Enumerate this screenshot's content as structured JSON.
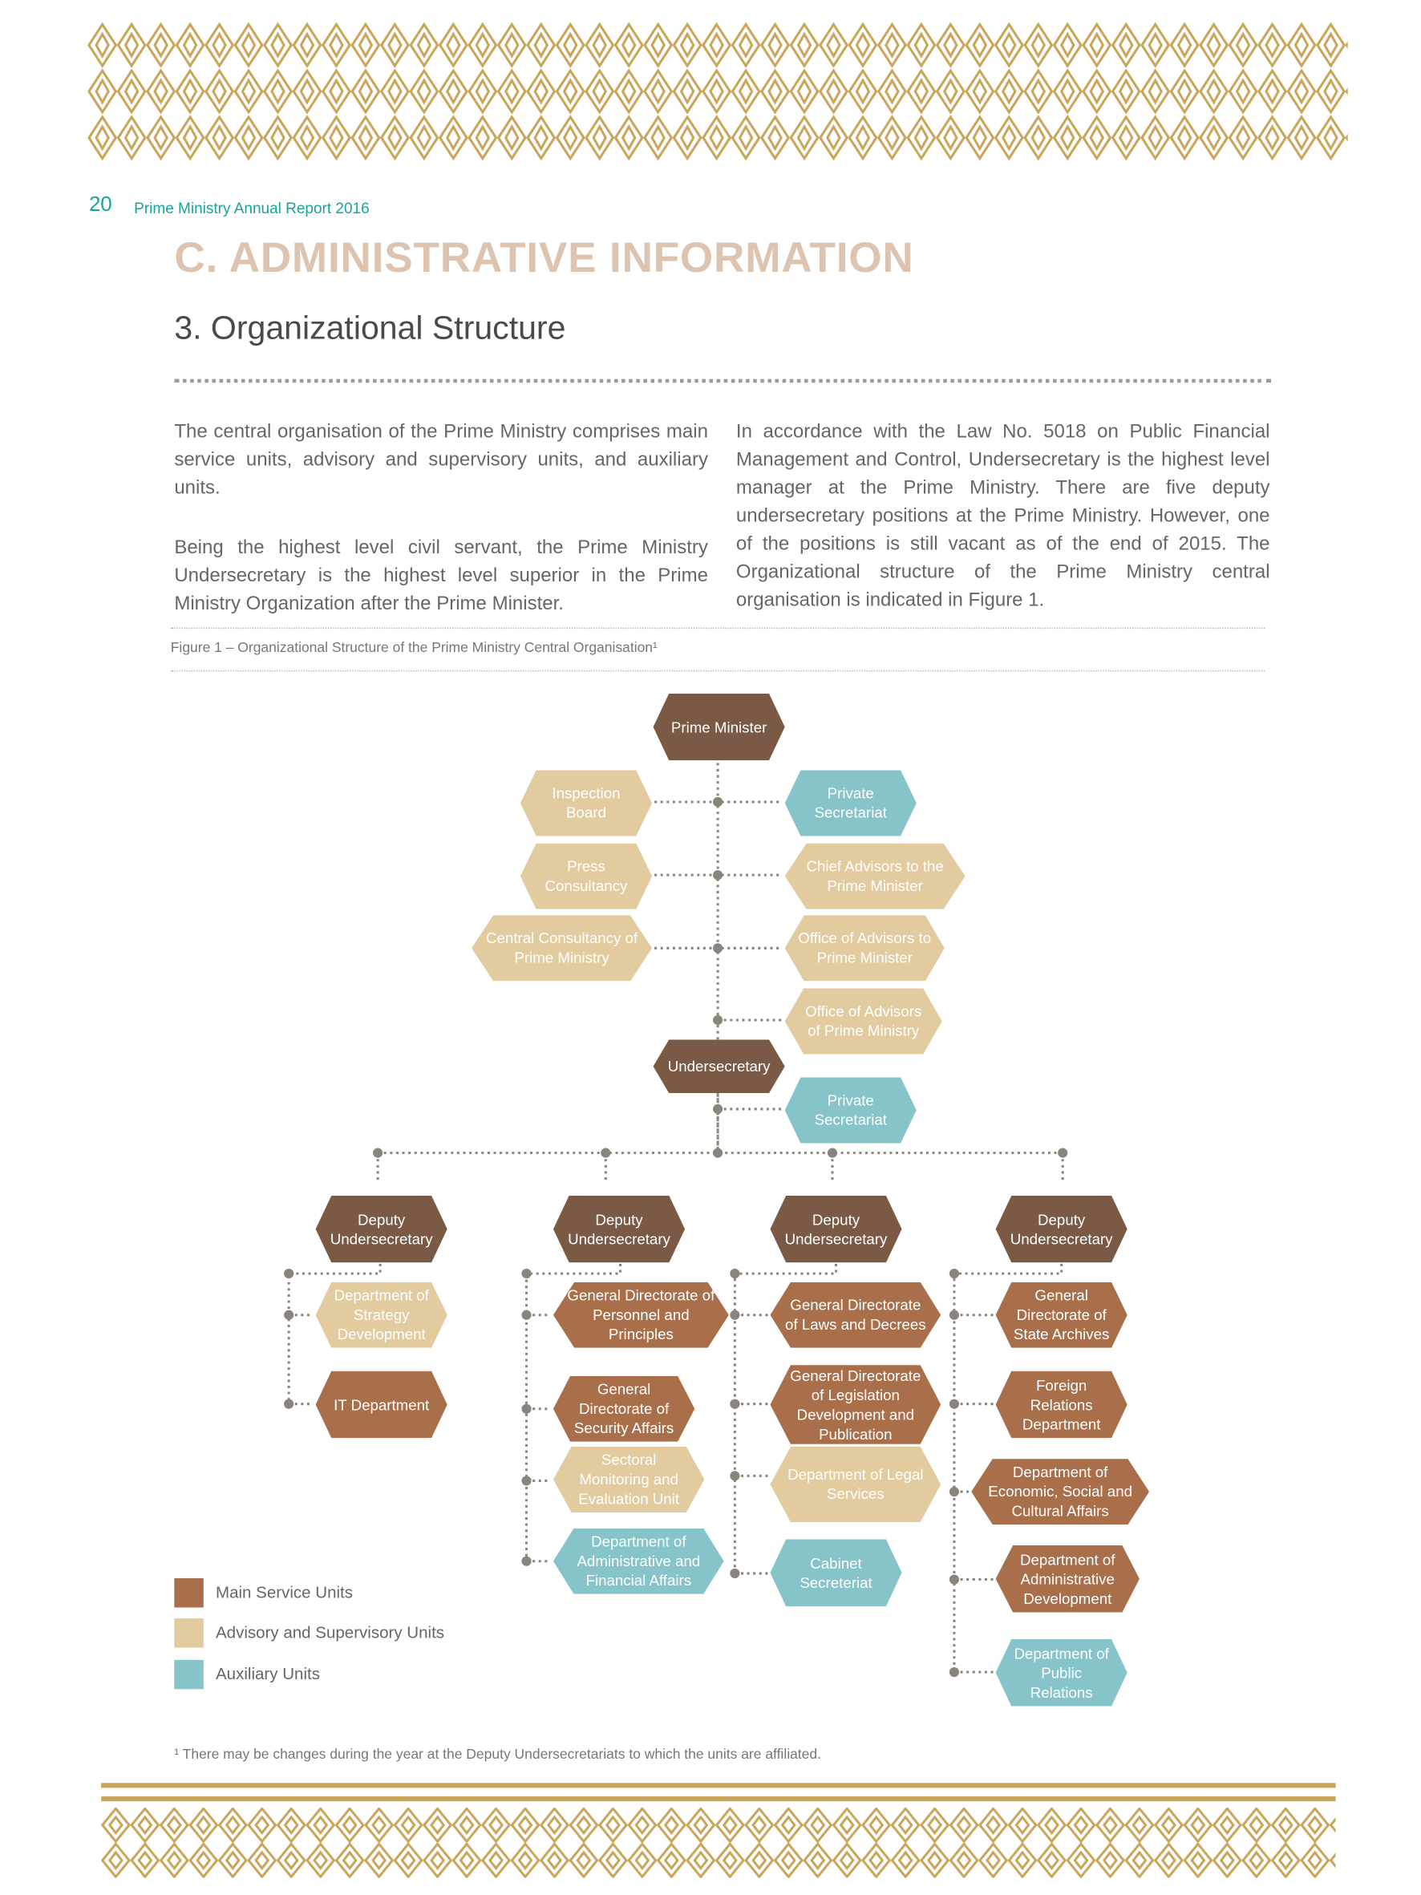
{
  "header": {
    "page_number": "20",
    "report_title": "Prime Ministry Annual Report 2016"
  },
  "section_title": "C. ADMINISTRATIVE INFORMATION",
  "subsection_title": "3. Organizational Structure",
  "paragraphs": [
    "The central organisation of the Prime Ministry comprises main service units, advisory and supervisory units, and auxiliary units.",
    "Being the highest level civil servant, the Prime Ministry Undersecretary is the highest level superior in the Prime Ministry Organization after the Prime Minister.",
    "In accordance with the Law No. 5018 on Public Financial Management and Control, Undersecretary is the highest level manager at the Prime Ministry. There are five deputy undersecretary positions at the Prime Ministry. However, one of the positions is still vacant as of the end of 2015. The Organizational structure of the Prime Ministry central organisation is indicated in Figure 1."
  ],
  "figure_caption": "Figure 1 – Organizational Structure of the Prime Ministry Central Organisation¹",
  "org": {
    "prime_minister": "Prime Minister",
    "inspection_board": "Inspection Board",
    "private_secretariat_pm": "Private Secretariat",
    "press_consultancy": "Press Consultancy",
    "chief_advisors": "Chief Advisors to the Prime Minister",
    "central_consultancy": "Central Consultancy of Prime Ministry",
    "office_advisors_pm": "Office of Advisors to Prime Minister",
    "office_advisors_ministry": "Office of Advisors of Prime Ministry",
    "undersecretary": "Undersecretary",
    "private_secretariat_us": "Private Secretariat",
    "deputies": [
      {
        "title": "Deputy Undersecretary",
        "units": [
          "Department of Strategy Development",
          "IT Department"
        ]
      },
      {
        "title": "Deputy Undersecretary",
        "units": [
          "General Directorate of Personnel and Principles",
          "General Directorate of Security Affairs",
          "Sectoral Monitoring and Evaluation Unit",
          "Department of Administrative and Financial Affairs"
        ]
      },
      {
        "title": "Deputy Undersecretary",
        "units": [
          "General Directorate of Laws and Decrees",
          "General Directorate of Legislation Development and Publication",
          "Department of Legal Services",
          "Cabinet Secreteriat"
        ]
      },
      {
        "title": "Deputy Undersecretary",
        "units": [
          "General Directorate of State Archives",
          "Foreign Relations Department",
          "Department of Economic, Social and Cultural Affairs",
          "Department of Administrative Development",
          "Department of Public Relations"
        ]
      }
    ]
  },
  "legend": [
    {
      "label": "Main Service Units",
      "color": "#a86f4a"
    },
    {
      "label": "Advisory and Supervisory Units",
      "color": "#e3cba0"
    },
    {
      "label": "Auxiliary Units",
      "color": "#86c4c9"
    }
  ],
  "footnote": "¹ There may be changes during the year at the Deputy Undersecretariats to which the units are affiliated.",
  "colors": {
    "gold": "#c9a55a",
    "teal": "#1aa39a",
    "title": "#dcc4b0",
    "director": "#7a5a45"
  }
}
